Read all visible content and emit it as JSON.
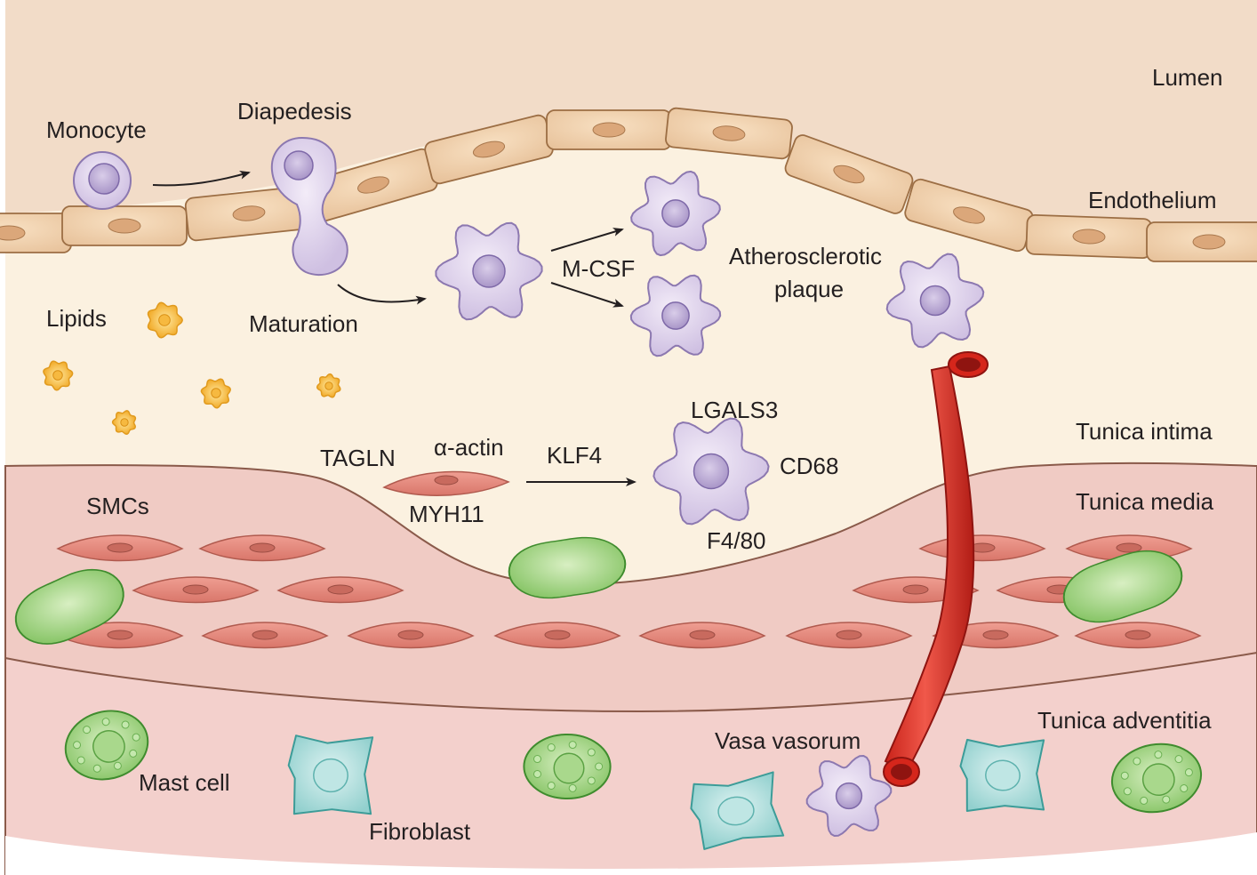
{
  "labels": {
    "lumen": "Lumen",
    "monocyte": "Monocyte",
    "diapedesis": "Diapedesis",
    "endothelium": "Endothelium",
    "m_csf": "M-CSF",
    "atherosclerotic": "Atherosclerotic",
    "plaque": "plaque",
    "lipids": "Lipids",
    "maturation": "Maturation",
    "lgals3": "LGALS3",
    "tagln": "TAGLN",
    "alpha_actin": "α-actin",
    "klf4": "KLF4",
    "cd68": "CD68",
    "myh11": "MYH11",
    "f480": "F4/80",
    "tunica_intima": "Tunica intima",
    "smcs": "SMCs",
    "tunica_media": "Tunica media",
    "tunica_adventitia": "Tunica adventitia",
    "vasa_vasorum": "Vasa vasorum",
    "mast_cell": "Mast cell",
    "fibroblast": "Fibroblast"
  },
  "colors": {
    "lumen": "#f2dcc8",
    "intima": "#fbf1e0",
    "media": "#f0cbc4",
    "adventitia": "#f3d0cc",
    "endothelial_cell": "#f0d0ae",
    "macrophage": "#ddd0ea",
    "smc": "#e58a7e",
    "lipid": "#f7c24a",
    "mast_cell": "#9ed07e",
    "fibroblast": "#a9dcdb",
    "vessel": "#e23a2c"
  }
}
